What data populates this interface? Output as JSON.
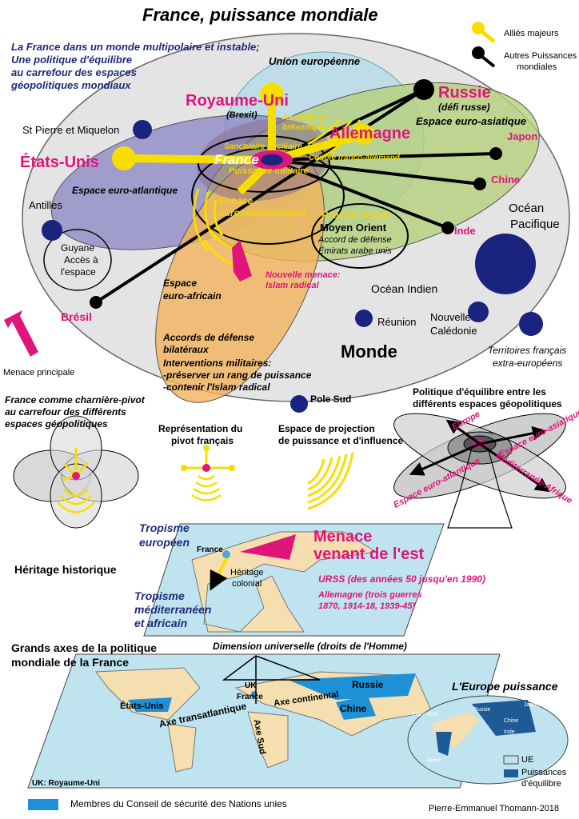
{
  "title": "France, puissance mondiale",
  "intro": [
    "La  France dans un monde multipolaire et instable;",
    "Une politique d'équilibre",
    "au carrefour des espaces",
    "géopolitiques mondiaux"
  ],
  "legend": {
    "allies": "Alliés majeurs",
    "others_1": "Autres Puissances",
    "others_2": "mondiales"
  },
  "spaces": {
    "ue": "Union européenne",
    "euro_asiatique": "Espace euro-asiatique",
    "euro_atlantique": "Espace euro-atlantique",
    "euromed_1": "Espace",
    "euromed_2": "euroméditerranéen",
    "euro_africain_1": "Espace",
    "euro_africain_2": "euro-africain",
    "monde": "Monde"
  },
  "powers": {
    "uk": "Royaume-Uni",
    "uk_note": "(Brexit)",
    "russie": "Russie",
    "russie_note": "(défi russe)",
    "allemagne": "Allemagne",
    "france": "France",
    "etats_unis": "États-Unis",
    "japon": "Japon",
    "chine": "Chine",
    "inde": "Inde",
    "bresil": "Brésil"
  },
  "axes": {
    "franco_brit_1": "Axe franco-",
    "franco_brit_2": "britannique",
    "sanctuaire": "Sanctuaire nucléaire",
    "couple": "Couple franco-allemand",
    "puissance_mil": "Puissance militaire"
  },
  "territories": {
    "spm": "St Pierre et Miquelon",
    "antilles": "Antilles",
    "guyane_1": "Guyane",
    "guyane_2": "Accès à",
    "guyane_3": "l'espace",
    "pacifique_1": "Océan",
    "pacifique_2": "Pacifique",
    "indien": "Océan Indien",
    "reunion": "Réunion",
    "nc_1": "Nouvelle",
    "nc_2": "Calédonie",
    "pole": "Pole Sud",
    "tfe_1": "Territoires français",
    "tfe_2": "extra-européens"
  },
  "middle_east": {
    "proche": "Proche orient",
    "moyen": "Moyen Orient",
    "accord_1": "Accord de défense",
    "accord_2": "Émirats arabe unis"
  },
  "menace_islam_1": "Nouvelle menace:",
  "menace_islam_2": "Islam radical",
  "accords": [
    "Accords de défense",
    " bilatéraux",
    "Interventions militaires:",
    "-préserver un rang de puissance",
    "-contenir l'Islam radical"
  ],
  "menace_principale": "Menace principale",
  "schemas": {
    "charniere": [
      "France comme charnière-pivot",
      "au carrefour des différents",
      " espaces géopolitiques"
    ],
    "pivot": [
      "Représentation du",
      "pivot français"
    ],
    "projection": [
      "Espace de projection",
      "de puissance et d'influence"
    ],
    "equilibre": [
      "Politique d'équilibre entre les",
      "différents espaces géopolitiques"
    ],
    "eq_europe": "Europe",
    "eq_asiatique": "Espace euro-asiatique",
    "eq_atlantique": "Espace euro-atlantique",
    "eq_med": "Méditerranée-Afrique"
  },
  "heritage": {
    "heading": "Héritage historique",
    "trop_eu_1": "Tropisme",
    "trop_eu_2": "européen",
    "france": "France",
    "herit_1": "Héritage",
    "herit_2": "colonial",
    "trop_med_1": "Tropisme",
    "trop_med_2": "méditerranéen",
    "trop_med_3": "et africain",
    "menace_1": "Menace",
    "menace_2": "venant de l'est",
    "urss": "URSS (des années 50 jusqu'en 1990)",
    "all_1": "Allemagne (trois guerres",
    "all_2": "1870, 1914-18, 1939-45)"
  },
  "grands_axes": {
    "heading_1": "Grands axes de la politique",
    "heading_2": "mondiale de la France",
    "dimension": "Dimension universelle (droits de l'Homme)",
    "uk": "UK",
    "france": "France",
    "russie": "Russie",
    "etats_unis": "États-Unis",
    "chine": "Chine",
    "ax_trans": "Axe transatlantique",
    "ax_cont": "Axe continental",
    "ax_sud": "Axe Sud",
    "europe_puissance": "L'Europe puissance",
    "mini": {
      "etats_unis": "États-Unis",
      "russie": "Russie",
      "japon": "Japon",
      "chine": "Chine",
      "inde": "Inde",
      "bresil": "Brésil"
    },
    "leg_ue": "UE",
    "leg_pe_1": "Puissances",
    "leg_pe_2": "d'équilibre",
    "uk_note": "UK: Royaume-Uni",
    "csnu": "Membres du Conseil de sécurité des Nations unies",
    "author": "Pierre-Emmanuel Thomann-2018"
  },
  "colors": {
    "yellow": "#f6df00",
    "magenta": "#e0157a",
    "navy": "#1a237e",
    "black": "#000000"
  }
}
